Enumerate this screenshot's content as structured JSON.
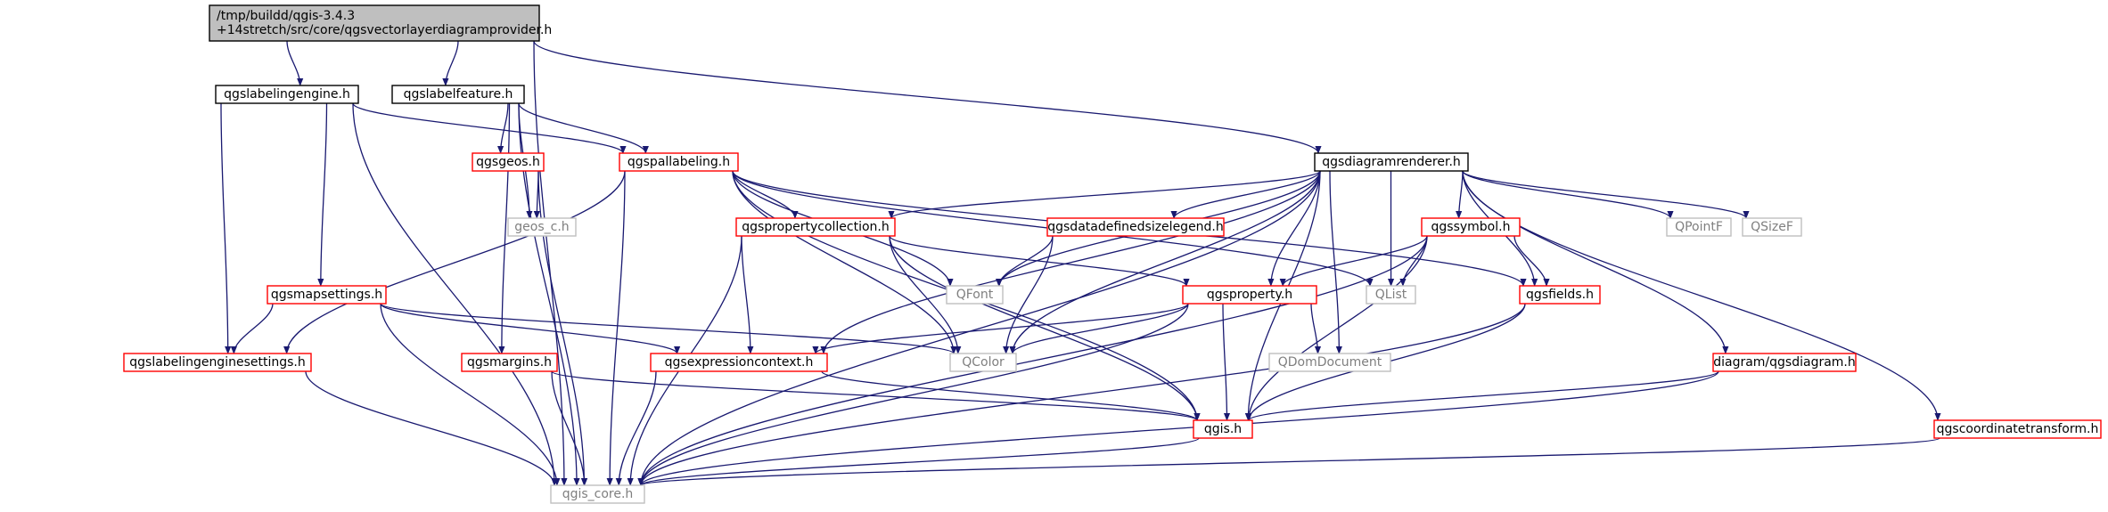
{
  "colors": {
    "edge": "#191970",
    "root_fill": "#bfbfbf",
    "root_border": "#000000",
    "documented_border": "#000000",
    "missing_border": "#ff0000",
    "external_border": "#bfbfbf",
    "external_text": "#7f7f7f",
    "text": "#000000"
  },
  "graph": {
    "nodes": [
      {
        "id": "root",
        "kind": "root",
        "lines": [
          "/tmp/buildd/qgis-3.4.3",
          "+14stretch/src/core/qgsvectorlayerdiagramprovider.h"
        ]
      },
      {
        "id": "labelingengine",
        "kind": "documented",
        "lines": [
          "qgslabelingengine.h"
        ]
      },
      {
        "id": "labelfeature",
        "kind": "documented",
        "lines": [
          "qgslabelfeature.h"
        ]
      },
      {
        "id": "diagramrenderer",
        "kind": "documented",
        "lines": [
          "qgsdiagramrenderer.h"
        ]
      },
      {
        "id": "geos",
        "kind": "missing",
        "lines": [
          "qgsgeos.h"
        ]
      },
      {
        "id": "pallabeling",
        "kind": "missing",
        "lines": [
          "qgspallabeling.h"
        ]
      },
      {
        "id": "geos_c",
        "kind": "external",
        "lines": [
          "geos_c.h"
        ]
      },
      {
        "id": "propertycollection",
        "kind": "missing",
        "lines": [
          "qgspropertycollection.h"
        ]
      },
      {
        "id": "datadefinedsizelegend",
        "kind": "missing",
        "lines": [
          "qgsdatadefinedsizelegend.h"
        ]
      },
      {
        "id": "symbol",
        "kind": "missing",
        "lines": [
          "qgssymbol.h"
        ]
      },
      {
        "id": "qpointf",
        "kind": "external",
        "lines": [
          "QPointF"
        ]
      },
      {
        "id": "qsizef",
        "kind": "external",
        "lines": [
          "QSizeF"
        ]
      },
      {
        "id": "mapsettings",
        "kind": "missing",
        "lines": [
          "qgsmapsettings.h"
        ]
      },
      {
        "id": "qfont",
        "kind": "external",
        "lines": [
          "QFont"
        ]
      },
      {
        "id": "property",
        "kind": "missing",
        "lines": [
          "qgsproperty.h"
        ]
      },
      {
        "id": "qlist",
        "kind": "external",
        "lines": [
          "QList"
        ]
      },
      {
        "id": "fields",
        "kind": "missing",
        "lines": [
          "qgsfields.h"
        ]
      },
      {
        "id": "labelingenginesettings",
        "kind": "missing",
        "lines": [
          "qgslabelingenginesettings.h"
        ]
      },
      {
        "id": "margins",
        "kind": "missing",
        "lines": [
          "qgsmargins.h"
        ]
      },
      {
        "id": "expressioncontext",
        "kind": "missing",
        "lines": [
          "qgsexpressioncontext.h"
        ]
      },
      {
        "id": "qcolor",
        "kind": "external",
        "lines": [
          "QColor"
        ]
      },
      {
        "id": "qdomdocument",
        "kind": "external",
        "lines": [
          "QDomDocument"
        ]
      },
      {
        "id": "diagram",
        "kind": "missing",
        "lines": [
          "diagram/qgsdiagram.h"
        ]
      },
      {
        "id": "coordinatetransform",
        "kind": "missing",
        "lines": [
          "qgscoordinatetransform.h"
        ]
      },
      {
        "id": "qgis",
        "kind": "missing",
        "lines": [
          "qgis.h"
        ]
      },
      {
        "id": "qgis_core",
        "kind": "external",
        "lines": [
          "qgis_core.h"
        ]
      }
    ],
    "edges": [
      [
        "root",
        "labelingengine"
      ],
      [
        "root",
        "labelfeature"
      ],
      [
        "root",
        "diagramrenderer"
      ],
      [
        "root",
        "qgis_core"
      ],
      [
        "labelingengine",
        "pallabeling"
      ],
      [
        "labelingengine",
        "mapsettings"
      ],
      [
        "labelingengine",
        "labelingenginesettings"
      ],
      [
        "labelingengine",
        "qgis_core"
      ],
      [
        "labelfeature",
        "geos"
      ],
      [
        "labelfeature",
        "pallabeling"
      ],
      [
        "labelfeature",
        "geos_c"
      ],
      [
        "labelfeature",
        "margins"
      ],
      [
        "labelfeature",
        "qgis_core"
      ],
      [
        "geos",
        "geos_c"
      ],
      [
        "geos",
        "qgis_core"
      ],
      [
        "pallabeling",
        "propertycollection"
      ],
      [
        "pallabeling",
        "qfont"
      ],
      [
        "pallabeling",
        "qlist"
      ],
      [
        "pallabeling",
        "fields"
      ],
      [
        "pallabeling",
        "labelingenginesettings"
      ],
      [
        "pallabeling",
        "qcolor"
      ],
      [
        "pallabeling",
        "qgis"
      ],
      [
        "pallabeling",
        "qgis_core"
      ],
      [
        "diagramrenderer",
        "propertycollection"
      ],
      [
        "diagramrenderer",
        "datadefinedsizelegend"
      ],
      [
        "diagramrenderer",
        "symbol"
      ],
      [
        "diagramrenderer",
        "qpointf"
      ],
      [
        "diagramrenderer",
        "qsizef"
      ],
      [
        "diagramrenderer",
        "qfont"
      ],
      [
        "diagramrenderer",
        "qlist"
      ],
      [
        "diagramrenderer",
        "property"
      ],
      [
        "diagramrenderer",
        "fields"
      ],
      [
        "diagramrenderer",
        "expressioncontext"
      ],
      [
        "diagramrenderer",
        "qcolor"
      ],
      [
        "diagramrenderer",
        "qdomdocument"
      ],
      [
        "diagramrenderer",
        "diagram"
      ],
      [
        "diagramrenderer",
        "coordinatetransform"
      ],
      [
        "diagramrenderer",
        "qgis"
      ],
      [
        "diagramrenderer",
        "qgis_core"
      ],
      [
        "propertycollection",
        "property"
      ],
      [
        "propertycollection",
        "expressioncontext"
      ],
      [
        "propertycollection",
        "qcolor"
      ],
      [
        "propertycollection",
        "qgis"
      ],
      [
        "propertycollection",
        "qgis_core"
      ],
      [
        "datadefinedsizelegend",
        "qfont"
      ],
      [
        "datadefinedsizelegend",
        "qcolor"
      ],
      [
        "symbol",
        "property"
      ],
      [
        "symbol",
        "fields"
      ],
      [
        "symbol",
        "qlist"
      ],
      [
        "symbol",
        "qgis"
      ],
      [
        "symbol",
        "qgis_core"
      ],
      [
        "mapsettings",
        "labelingenginesettings"
      ],
      [
        "mapsettings",
        "expressioncontext"
      ],
      [
        "mapsettings",
        "qcolor"
      ],
      [
        "mapsettings",
        "qgis_core"
      ],
      [
        "property",
        "expressioncontext"
      ],
      [
        "property",
        "qcolor"
      ],
      [
        "property",
        "qdomdocument"
      ],
      [
        "property",
        "qgis"
      ],
      [
        "property",
        "qgis_core"
      ],
      [
        "fields",
        "qgis"
      ],
      [
        "fields",
        "qgis_core"
      ],
      [
        "labelingenginesettings",
        "qgis_core"
      ],
      [
        "margins",
        "qgis"
      ],
      [
        "margins",
        "qgis_core"
      ],
      [
        "expressioncontext",
        "qgis"
      ],
      [
        "expressioncontext",
        "qgis_core"
      ],
      [
        "diagram",
        "qgis"
      ],
      [
        "diagram",
        "qgis_core"
      ],
      [
        "coordinatetransform",
        "qgis_core"
      ],
      [
        "qgis",
        "qgis_core"
      ]
    ]
  }
}
